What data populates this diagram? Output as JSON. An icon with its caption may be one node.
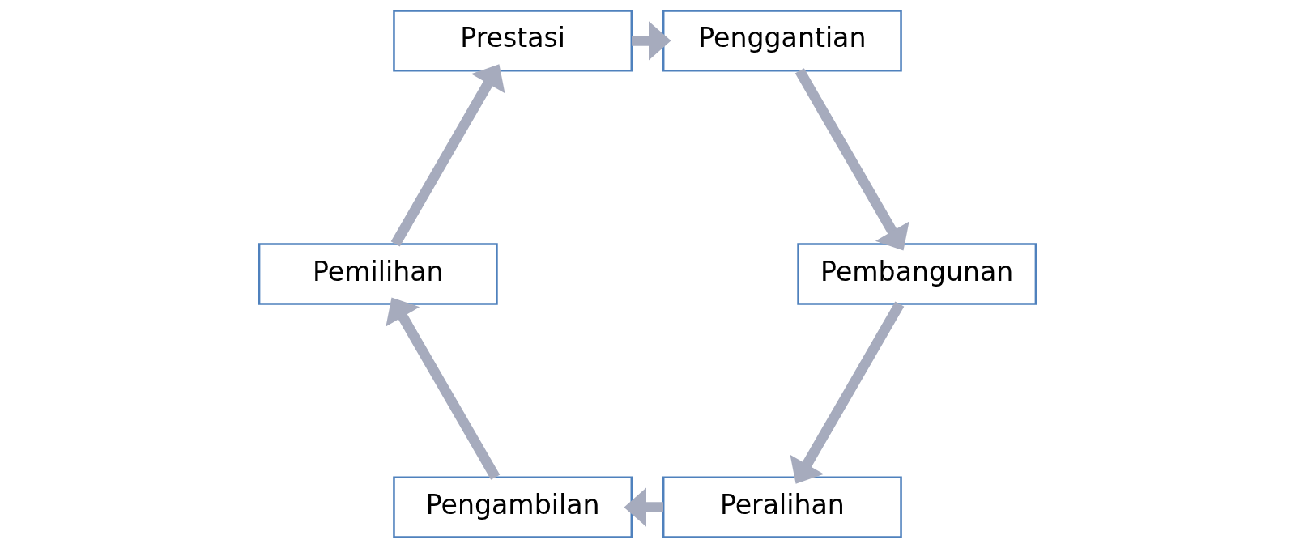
{
  "diagram": {
    "nodes": [
      {
        "text": [
          "Peralihan"
        ]
      },
      {
        "text": [
          "Pengambilan"
        ]
      },
      {
        "text": [
          "Pembangunan"
        ]
      },
      {
        "text": [
          "Pemilihan"
        ]
      },
      {
        "text": [
          "Penggantian"
        ]
      },
      {
        "text": [
          "Prestasi"
        ]
      }
    ],
    "edges": [
      {
        "from": 0,
        "to": 1,
        "arrow": "to"
      },
      {
        "from": 1,
        "to": 3,
        "arrow": "to"
      },
      {
        "from": 3,
        "to": 5,
        "arrow": "to"
      },
      {
        "from": 5,
        "to": 4,
        "arrow": "to"
      },
      {
        "from": 4,
        "to": 2,
        "arrow": "to"
      },
      {
        "from": 2,
        "to": 0,
        "arrow": "to"
      }
    ]
  }
}
